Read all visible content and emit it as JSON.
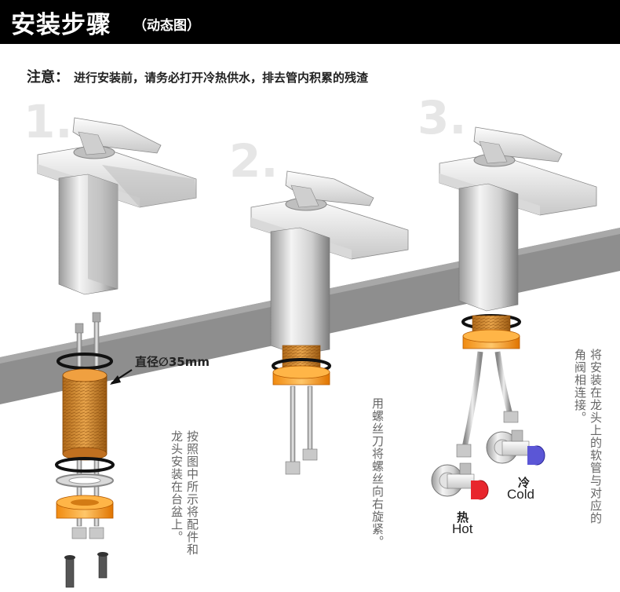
{
  "header": {
    "title": "安装步骤",
    "subtitle": "（动态图）"
  },
  "notice": {
    "label": "注意：",
    "text": "进行安装前，请务必打开冷热供水，排去管内积累的残渣"
  },
  "steps": [
    {
      "number": "1.",
      "caption_col1": "按照图中所示将配件和",
      "caption_col2": "龙头安装在台盆上。"
    },
    {
      "number": "2.",
      "caption_col1": "用螺丝刀将螺丝向右旋紧。"
    },
    {
      "number": "3.",
      "caption_col1": "将安装在龙头上的软管与对应的",
      "caption_col2": "角阀相连接。"
    }
  ],
  "dimension_label": "直径∅35mm",
  "valves": {
    "hot_cn": "热",
    "hot_en": "Hot",
    "cold_cn": "冷",
    "cold_en": "Cold"
  }
}
